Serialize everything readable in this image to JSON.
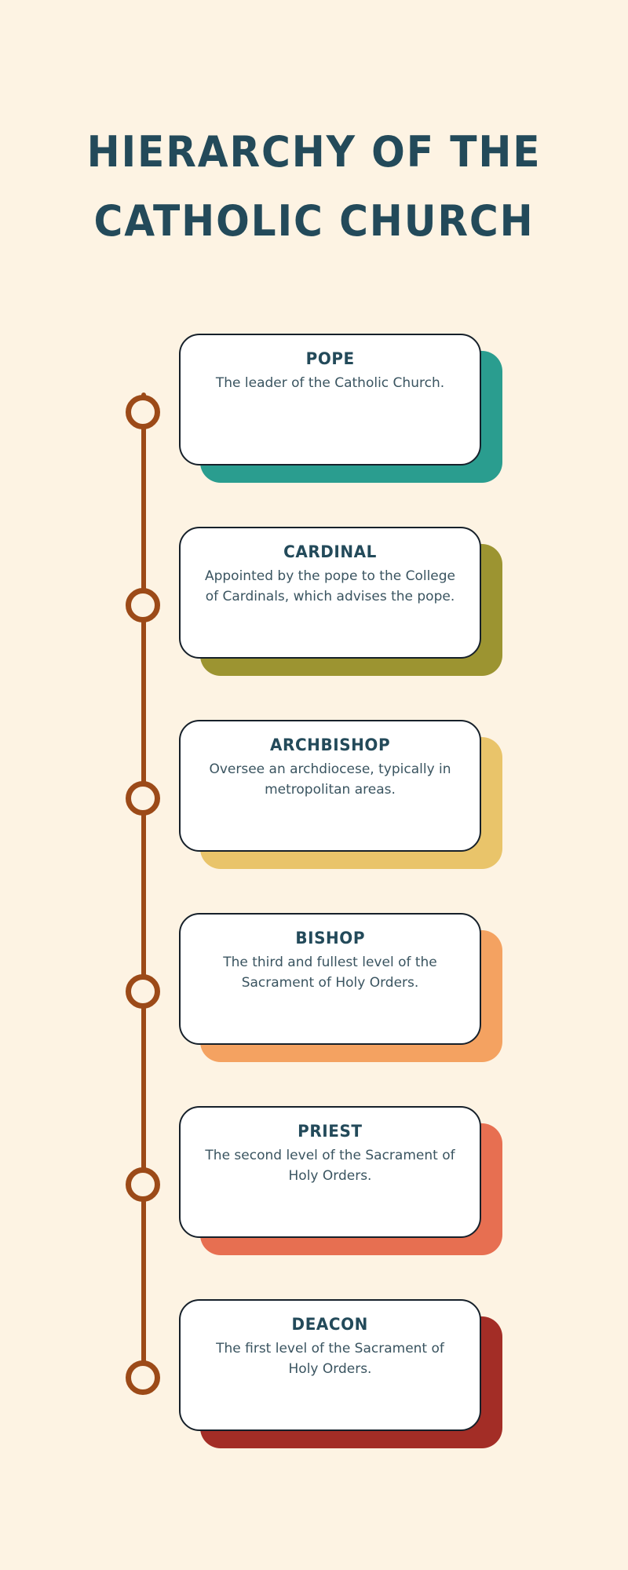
{
  "meta": {
    "background_color": "#FDF3E3",
    "title_color": "#234A5A",
    "rail_color": "#9C4A18",
    "card_border_color": "#16202A",
    "card_background": "#FFFFFF",
    "body_text_color": "#3A5460"
  },
  "header": {
    "title_line_1": "HIERARCHY OF THE",
    "title_line_2": "CATHOLIC CHURCH"
  },
  "timeline": {
    "items": [
      {
        "rank": "POPE",
        "description": "The leader of the Catholic Church.",
        "accent_color": "#2A9D8F"
      },
      {
        "rank": "CARDINAL",
        "description": "Appointed by the pope to the College of Cardinals, which advises the pope.",
        "accent_color": "#9C9431"
      },
      {
        "rank": "ARCHBISHOP",
        "description": "Oversee an archdiocese, typically in metropolitan areas.",
        "accent_color": "#E9C46A"
      },
      {
        "rank": "BISHOP",
        "description": "The third and fullest level of the Sacrament of Holy Orders.",
        "accent_color": "#F4A261"
      },
      {
        "rank": "PRIEST",
        "description": "The second level of the Sacrament of Holy Orders.",
        "accent_color": "#E76F51"
      },
      {
        "rank": "DEACON",
        "description": "The first level of the Sacrament of Holy Orders.",
        "accent_color": "#A32D26"
      }
    ]
  }
}
